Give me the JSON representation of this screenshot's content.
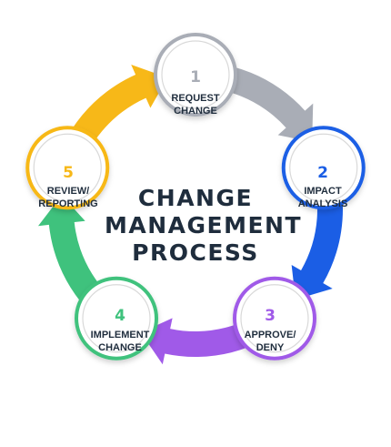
{
  "title_lines": [
    "CHANGE",
    "MANAGEMENT",
    "PROCESS"
  ],
  "colors": {
    "title": "#1f2d3d",
    "label": "#1f2d3d",
    "ring_shadow": "#d9d9d9",
    "gray": "#a9adb6",
    "blue": "#1b5ee5",
    "purple": "#a05ae8",
    "green": "#3fc27d",
    "yellow": "#f7b818"
  },
  "steps": [
    {
      "number": "1",
      "line1": "REQUEST",
      "line2": "CHANGE",
      "color": "#a9adb6"
    },
    {
      "number": "2",
      "line1": "IMPACT",
      "line2": "ANALYSIS",
      "color": "#1b5ee5"
    },
    {
      "number": "3",
      "line1": "APPROVE/",
      "line2": "DENY",
      "color": "#a05ae8"
    },
    {
      "number": "4",
      "line1": "IMPLEMENT",
      "line2": "CHANGE",
      "color": "#3fc27d"
    },
    {
      "number": "5",
      "line1": "REVIEW/",
      "line2": "REPORTING",
      "color": "#f7b818"
    }
  ]
}
